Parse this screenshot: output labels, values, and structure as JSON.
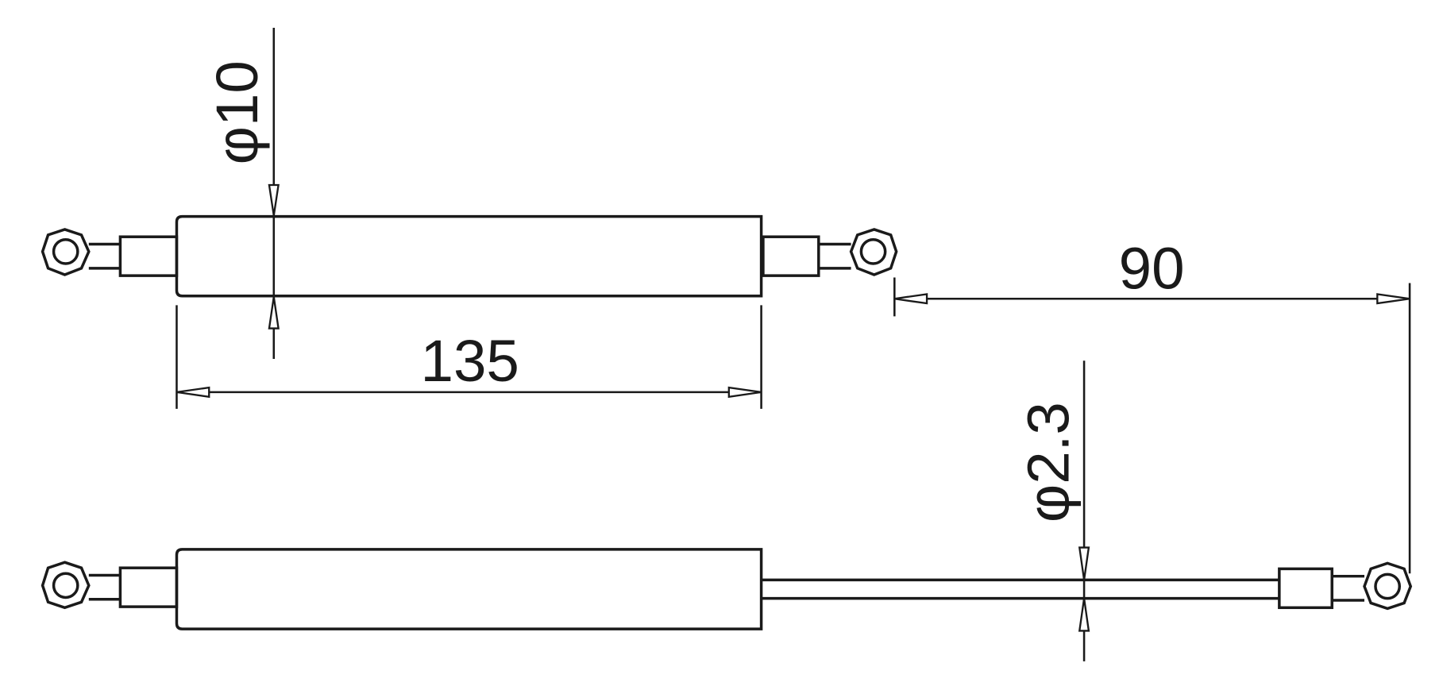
{
  "drawing": {
    "dimensions": {
      "body_diameter": "φ10",
      "body_length": "135",
      "stroke": "90",
      "rod_diameter": "φ2.3"
    },
    "line_color": "#1a1a1a",
    "background": "#ffffff"
  }
}
